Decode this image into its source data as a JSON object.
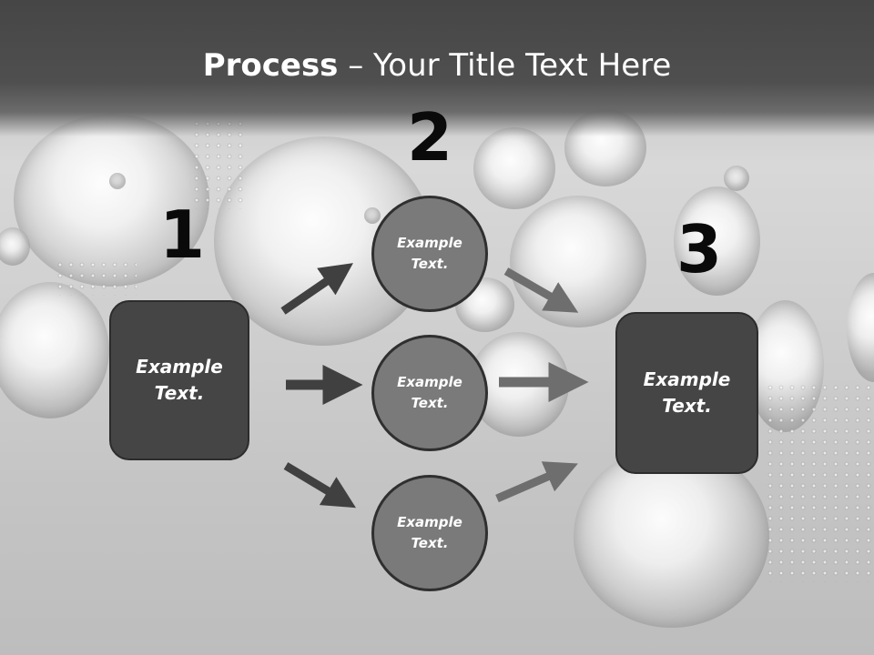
{
  "title": {
    "bold": "Process",
    "rest": " – Your Title Text Here"
  },
  "step_numbers": [
    "1",
    "2",
    "3"
  ],
  "left_box": {
    "text": "Example\nText."
  },
  "right_box": {
    "text": "Example\nText."
  },
  "circles": [
    {
      "text": "Example\nText."
    },
    {
      "text": "Example\nText."
    },
    {
      "text": "Example\nText."
    }
  ],
  "colors": {
    "title_bar": "#4a4a4a",
    "box_fill": "#454545",
    "circle_fill": "#7a7a7a",
    "dark_arrow": "#404040",
    "light_arrow": "#6e6e6e"
  }
}
